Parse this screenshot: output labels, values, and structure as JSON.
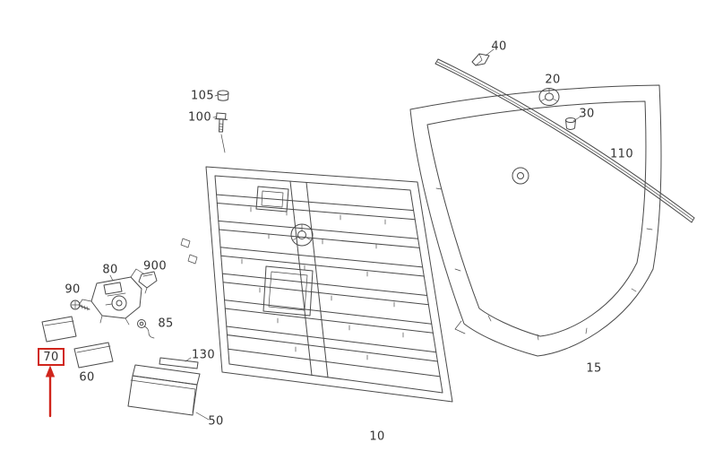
{
  "colors": {
    "background": "#ffffff",
    "line": "#4a4a4a",
    "highlight": "#d0251c"
  },
  "highlighted_part": "70",
  "labels": {
    "10": "10",
    "15": "15",
    "20": "20",
    "30": "30",
    "40": "40",
    "50": "50",
    "60": "60",
    "70": "70",
    "80": "80",
    "85": "85",
    "90": "90",
    "100": "100",
    "105": "105",
    "110": "110",
    "130": "130",
    "900": "900"
  }
}
